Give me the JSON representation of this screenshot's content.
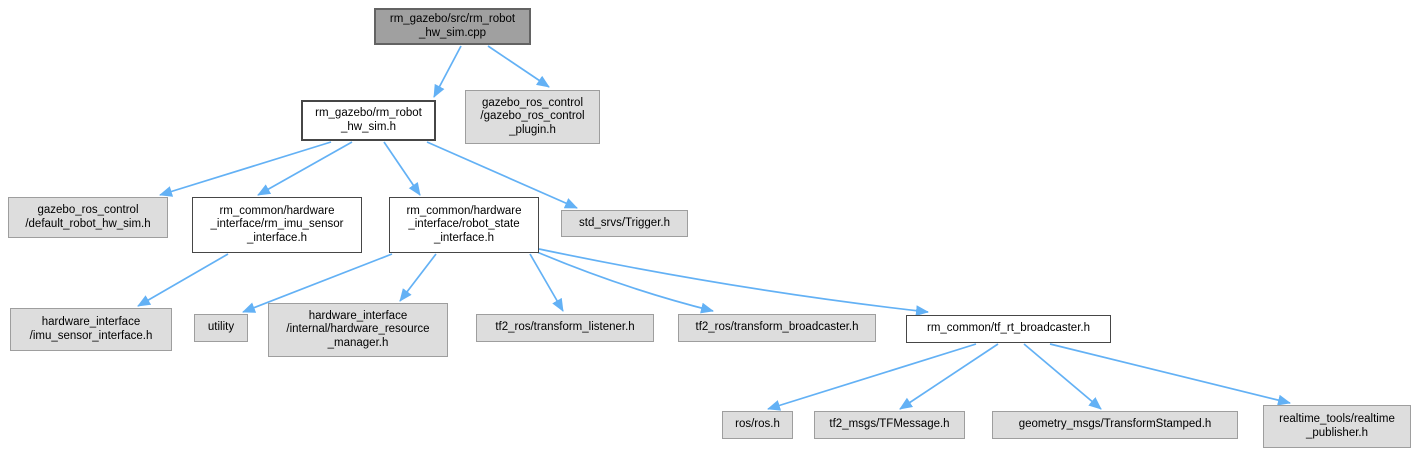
{
  "diagram": {
    "kind": "include-dependency-graph",
    "colors": {
      "edge": "#63b1f5",
      "leaf_fill": "#dddddd",
      "leaf_border": "#9e9e9e",
      "linked_fill": "#ffffff",
      "linked_border": "#464646",
      "root_fill": "#a0a0a0",
      "root_border": "#636363",
      "text": "#000000",
      "background": "#ffffff"
    },
    "nodes": {
      "root": {
        "label": "rm_gazebo/src/rm_robot\n_hw_sim.cpp"
      },
      "hw_sim_h": {
        "label": "rm_gazebo/rm_robot\n_hw_sim.h"
      },
      "plugin": {
        "label": "gazebo_ros_control\n/gazebo_ros_control\n_plugin.h"
      },
      "default_hw_sim": {
        "label": "gazebo_ros_control\n/default_robot_hw_sim.h"
      },
      "rm_imu_sensor": {
        "label": "rm_common/hardware\n_interface/rm_imu_sensor\n_interface.h"
      },
      "robot_state": {
        "label": "rm_common/hardware\n_interface/robot_state\n_interface.h"
      },
      "trigger": {
        "label": "std_srvs/Trigger.h"
      },
      "imu_sensor": {
        "label": "hardware_interface\n/imu_sensor_interface.h"
      },
      "utility": {
        "label": "utility"
      },
      "resource_manager": {
        "label": "hardware_interface\n/internal/hardware_resource\n_manager.h"
      },
      "transform_listener": {
        "label": "tf2_ros/transform_listener.h"
      },
      "transform_broadcaster": {
        "label": "tf2_ros/transform_broadcaster.h"
      },
      "tf_rt_broadcaster": {
        "label": "rm_common/tf_rt_broadcaster.h"
      },
      "ros_h": {
        "label": "ros/ros.h"
      },
      "tfmessage": {
        "label": "tf2_msgs/TFMessage.h"
      },
      "transform_stamped": {
        "label": "geometry_msgs/TransformStamped.h"
      },
      "realtime_publisher": {
        "label": "realtime_tools/realtime\n_publisher.h"
      }
    },
    "edges": [
      {
        "from": "root",
        "to": "hw_sim_h"
      },
      {
        "from": "root",
        "to": "plugin"
      },
      {
        "from": "hw_sim_h",
        "to": "default_hw_sim"
      },
      {
        "from": "hw_sim_h",
        "to": "rm_imu_sensor"
      },
      {
        "from": "hw_sim_h",
        "to": "robot_state"
      },
      {
        "from": "hw_sim_h",
        "to": "trigger"
      },
      {
        "from": "rm_imu_sensor",
        "to": "imu_sensor"
      },
      {
        "from": "robot_state",
        "to": "utility"
      },
      {
        "from": "robot_state",
        "to": "resource_manager"
      },
      {
        "from": "robot_state",
        "to": "transform_listener"
      },
      {
        "from": "robot_state",
        "to": "transform_broadcaster"
      },
      {
        "from": "robot_state",
        "to": "tf_rt_broadcaster"
      },
      {
        "from": "tf_rt_broadcaster",
        "to": "ros_h"
      },
      {
        "from": "tf_rt_broadcaster",
        "to": "tfmessage"
      },
      {
        "from": "tf_rt_broadcaster",
        "to": "transform_stamped"
      },
      {
        "from": "tf_rt_broadcaster",
        "to": "realtime_publisher"
      }
    ]
  }
}
